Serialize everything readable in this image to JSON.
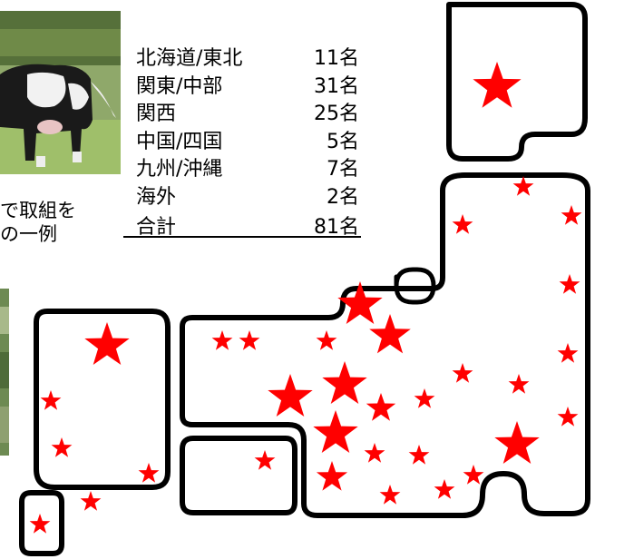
{
  "regions": [
    {
      "label": "北海道/東北",
      "count": "11名"
    },
    {
      "label": "関東/中部",
      "count": "31名"
    },
    {
      "label": "関西",
      "count": "25名"
    },
    {
      "label": "中国/四国",
      "count": "5名"
    },
    {
      "label": "九州/沖縄",
      "count": "7名"
    },
    {
      "label": "海外",
      "count": "2名"
    }
  ],
  "total": {
    "label": "合計",
    "count": "81名"
  },
  "captions": {
    "line1": "で取組を",
    "line2": "の一例"
  },
  "colors": {
    "star": "#ff0000",
    "outline": "#000000"
  }
}
